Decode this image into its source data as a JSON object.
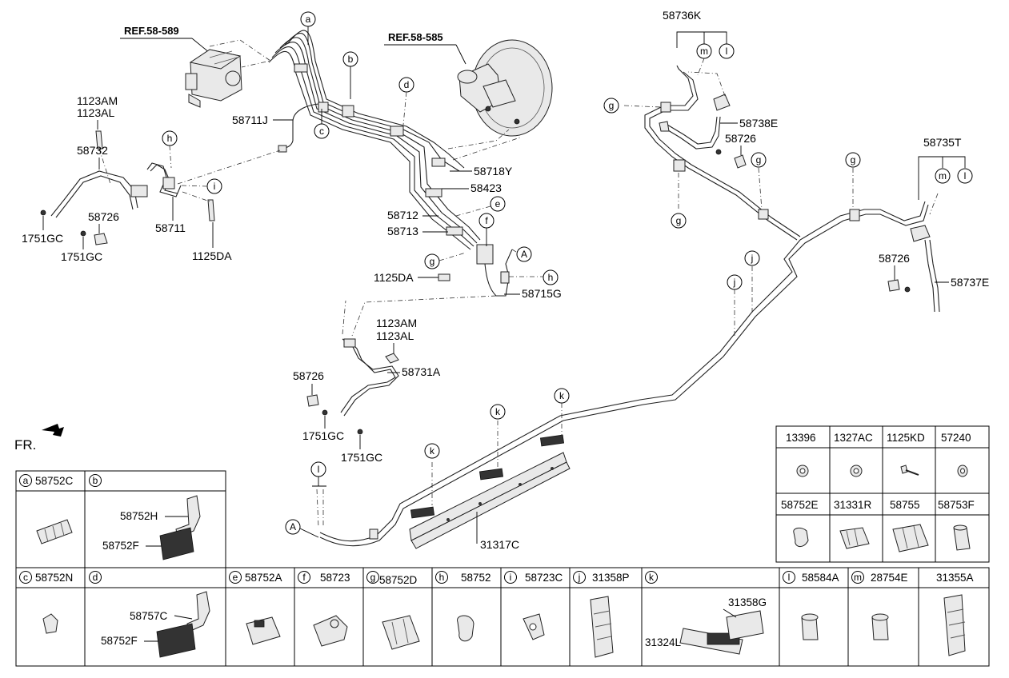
{
  "refs": {
    "abs": "REF.58-589",
    "booster": "REF.58-585"
  },
  "callouts": {
    "p58736K": "58736K",
    "p1123AM_1": "1123AM",
    "p1123AL_1": "1123AL",
    "p58711J": "58711J",
    "p58732": "58732",
    "p58726_1": "58726",
    "p58711": "58711",
    "p1751GC_1": "1751GC",
    "p1751GC_2": "1751GC",
    "p1125DA_1": "1125DA",
    "p58738E": "58738E",
    "p58726_2": "58726",
    "p58718Y": "58718Y",
    "p58423": "58423",
    "p58712": "58712",
    "p58713": "58713",
    "p1125DA_2": "1125DA",
    "p58715G": "58715G",
    "p58735T": "58735T",
    "p58726_3": "58726",
    "p58737E": "58737E",
    "p1123AM_2": "1123AM",
    "p1123AL_2": "1123AL",
    "p58731A": "58731A",
    "p58726_4": "58726",
    "p1751GC_3": "1751GC",
    "p1751GC_4": "1751GC",
    "p31317C": "31317C",
    "fr": "FR."
  },
  "markers": [
    "a",
    "b",
    "c",
    "d",
    "e",
    "f",
    "g",
    "h",
    "i",
    "j",
    "k",
    "l",
    "m",
    "A"
  ],
  "legend_left": {
    "a_code": "58752C",
    "b_parts": [
      "58752H",
      "58752F"
    ],
    "c_code": "58752N",
    "d_parts": [
      "58757C",
      "58752F"
    ],
    "e_code": "58752A",
    "f_code": "58723",
    "g_code": "58752D",
    "h_code": "58752",
    "i_code": "58723C",
    "j_code": "31358P",
    "k_parts": [
      "31358G",
      "31324L"
    ],
    "l_code": "58584A",
    "m_code": "28754E",
    "n_code": "31355A"
  },
  "legend_right": {
    "row1": [
      "13396",
      "1327AC",
      "1125KD",
      "57240"
    ],
    "row2": [
      "58752E",
      "31331R",
      "58755",
      "58753F"
    ]
  }
}
